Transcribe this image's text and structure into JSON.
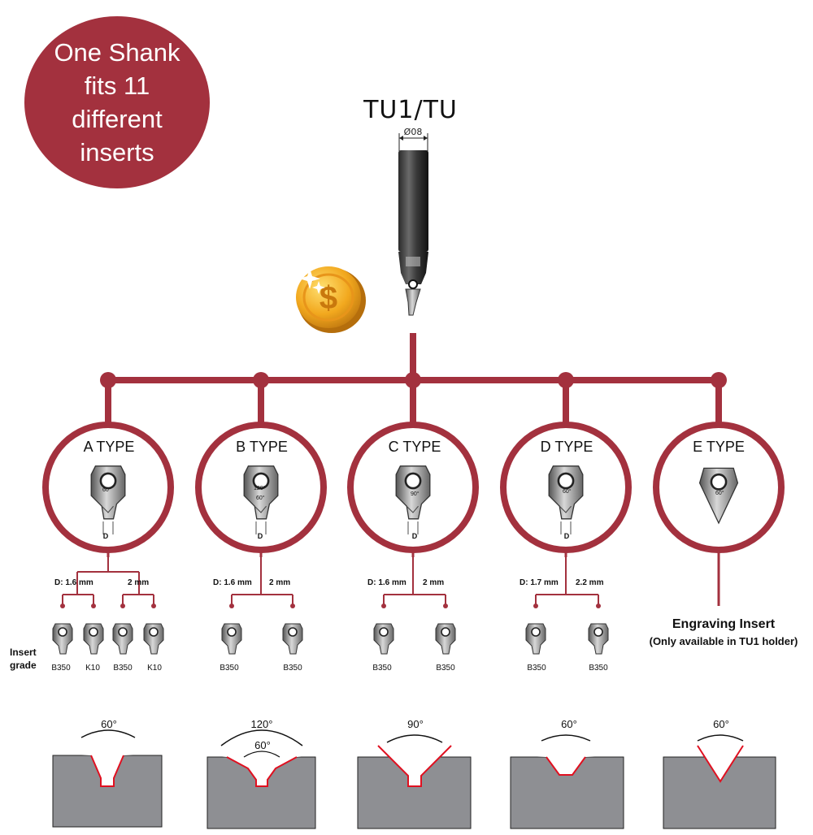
{
  "badge": {
    "text": "One Shank fits 11 different inserts"
  },
  "shank": {
    "title": "TU1/TU",
    "diameter": "Ø08"
  },
  "colors": {
    "accent": "#a3313e",
    "groove": "#8e8f93",
    "profile": "#e01020",
    "coin": "#f0a820"
  },
  "icons": {
    "coin": "dollar-coin-icon"
  },
  "types": [
    {
      "label": "A TYPE",
      "angle": "60°",
      "inner_angle": "",
      "dim": "D",
      "sizes": [
        "D: 1.6 mm",
        "2 mm"
      ],
      "grades": [
        "B350",
        "K10",
        "B350",
        "K10"
      ],
      "profile_angle": "60°",
      "profile_inner": ""
    },
    {
      "label": "B TYPE",
      "angle": "120°",
      "inner_angle": "60°",
      "dim": "D",
      "sizes": [
        "D: 1.6 mm",
        "2 mm"
      ],
      "grades": [
        "B350",
        "B350"
      ],
      "profile_angle": "120°",
      "profile_inner": "60°"
    },
    {
      "label": "C TYPE",
      "angle": "90°",
      "inner_angle": "",
      "dim": "D",
      "sizes": [
        "D: 1.6 mm",
        "2 mm"
      ],
      "grades": [
        "B350",
        "B350"
      ],
      "profile_angle": "90°",
      "profile_inner": ""
    },
    {
      "label": "D TYPE",
      "angle": "60°",
      "inner_angle": "",
      "dim": "D",
      "sizes": [
        "D: 1.7 mm",
        "2.2 mm"
      ],
      "grades": [
        "B350",
        "B350"
      ],
      "profile_angle": "60°",
      "profile_inner": ""
    },
    {
      "label": "E TYPE",
      "angle": "60°",
      "inner_angle": "",
      "dim": "",
      "sizes": [],
      "grades": [],
      "profile_angle": "60°",
      "profile_inner": ""
    }
  ],
  "insert_grade_label": "Insert grade",
  "engraving": {
    "title": "Engraving Insert",
    "note": "(Only available in TU1 holder)"
  }
}
